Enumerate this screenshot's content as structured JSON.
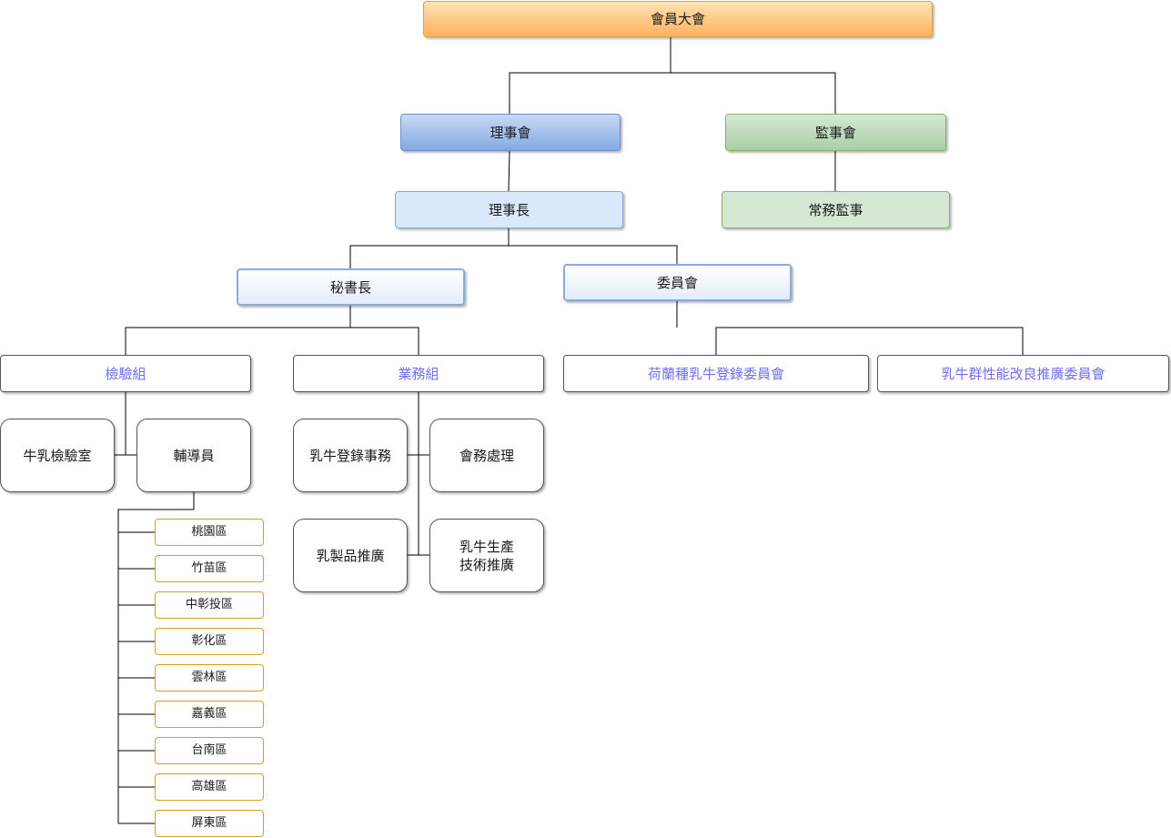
{
  "nodes": {
    "general_assembly": "會員大會",
    "board_of_directors": "理事會",
    "board_of_supervisors": "監事會",
    "chairman": "理事長",
    "standing_supervisor": "常務監事",
    "secretary_general": "秘書長",
    "committee": "委員會",
    "inspection_group": "檢驗組",
    "business_group": "業務組",
    "holstein_registration_committee": "荷蘭種乳牛登錄委員會",
    "herd_improvement_committee": "乳牛群性能改良推廣委員會",
    "milk_testing_lab": "牛乳檢驗室",
    "counselor": "輔導員",
    "cow_registration_affairs": "乳牛登錄事務",
    "membership_affairs": "會務處理",
    "dairy_products_promotion": "乳製品推廣",
    "dairy_production_tech": "乳牛生產\n技術推廣"
  },
  "districts": [
    "桃園區",
    "竹苗區",
    "中彰投區",
    "彰化區",
    "雲林區",
    "嘉義區",
    "台南區",
    "高雄區",
    "屏東區"
  ],
  "colors": {
    "line": "#000000",
    "accent_text": "#6e6ef0",
    "district_border": "#d6a21b"
  }
}
